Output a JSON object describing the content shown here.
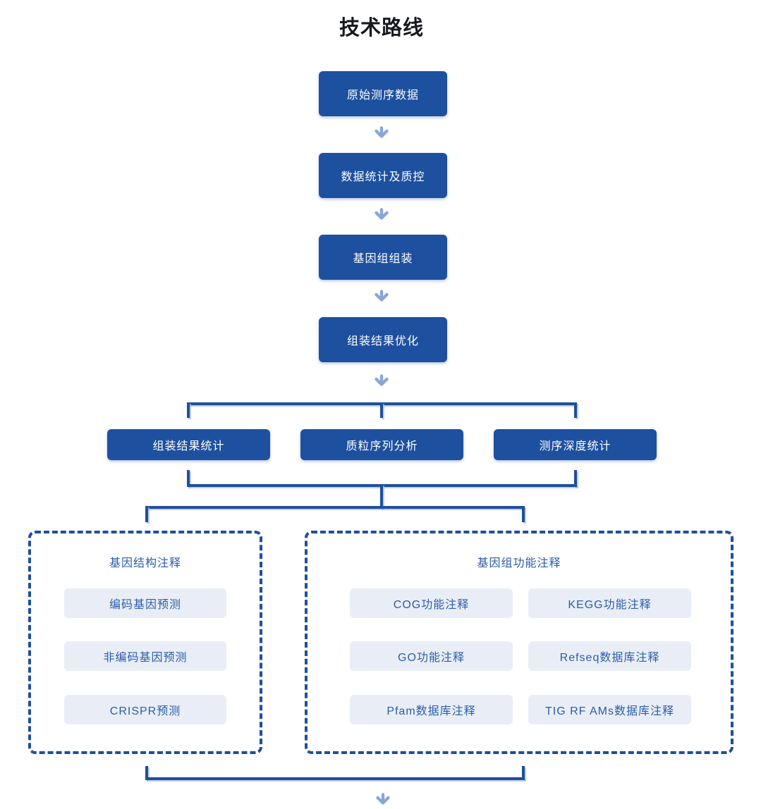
{
  "title": "技术路线",
  "colors": {
    "node_blue": "#1e50a0",
    "connector_blue": "#1e4f9e",
    "arrow_light_blue": "#8aa6d8",
    "item_background": "#e9eef6",
    "item_text_blue": "#2a5cab",
    "title_text": "#17191d"
  },
  "flow": {
    "steps": [
      "原始测序数据",
      "数据统计及质控",
      "基因组组装",
      "组装结果优化"
    ],
    "branches": [
      "组装结果统计",
      "质粒序列分析",
      "测序深度统计"
    ]
  },
  "panels": [
    {
      "title": "基因结构注释",
      "items": [
        "编码基因预测",
        "非编码基因预测",
        "CRISPR预测"
      ]
    },
    {
      "title": "基因组功能注释",
      "items": [
        "COG功能注释",
        "KEGG功能注释",
        "GO功能注释",
        "Refseq数据库注释",
        "Pfam数据库注释",
        "TIG RF AMs数据库注释"
      ]
    }
  ]
}
